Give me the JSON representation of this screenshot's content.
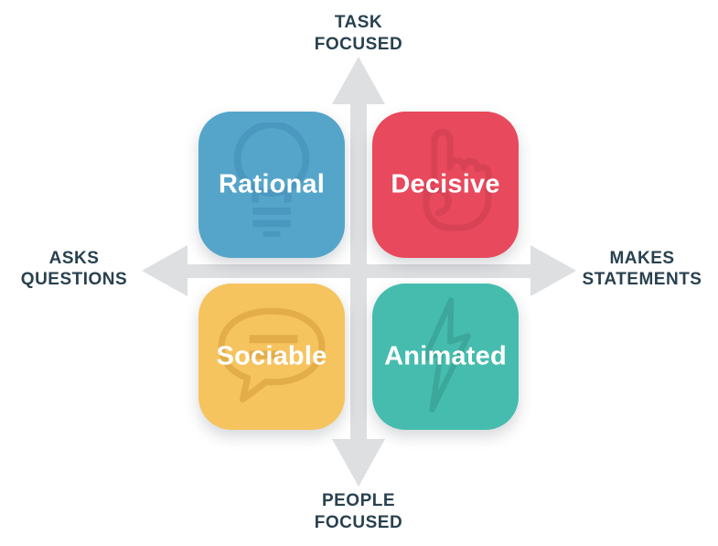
{
  "diagram": {
    "type": "2x2-quadrant",
    "colors": {
      "background": "#FFFFFF",
      "axis_arrow": "#DEDFE1",
      "axis_label": "#29414F",
      "card_label": "#FFFFFF"
    },
    "axes": {
      "top": {
        "line1": "TASK",
        "line2": "FOCUSED",
        "arrow": "arrow-up-icon"
      },
      "bottom": {
        "line1": "PEOPLE",
        "line2": "FOCUSED",
        "arrow": "arrow-down-icon"
      },
      "left": {
        "line1": "ASKS",
        "line2": "QUESTIONS",
        "arrow": "arrow-left-icon"
      },
      "right": {
        "line1": "MAKES",
        "line2": "STATEMENTS",
        "arrow": "arrow-right-icon"
      }
    },
    "quadrants": [
      {
        "position": "top-left",
        "label": "Rational",
        "icon": "lightbulb-icon",
        "color": "#55A5CA",
        "icon_color": "#4A97BF"
      },
      {
        "position": "top-right",
        "label": "Decisive",
        "icon": "hand-point-up-icon",
        "color": "#E8495C",
        "icon_color": "#D84255"
      },
      {
        "position": "bottom-left",
        "label": "Sociable",
        "icon": "speech-bubble-icon",
        "color": "#F6C45F",
        "icon_color": "#E3AD49"
      },
      {
        "position": "bottom-right",
        "label": "Animated",
        "icon": "lightning-bolt-icon",
        "color": "#45BCAE",
        "icon_color": "#3CA89B"
      }
    ]
  }
}
